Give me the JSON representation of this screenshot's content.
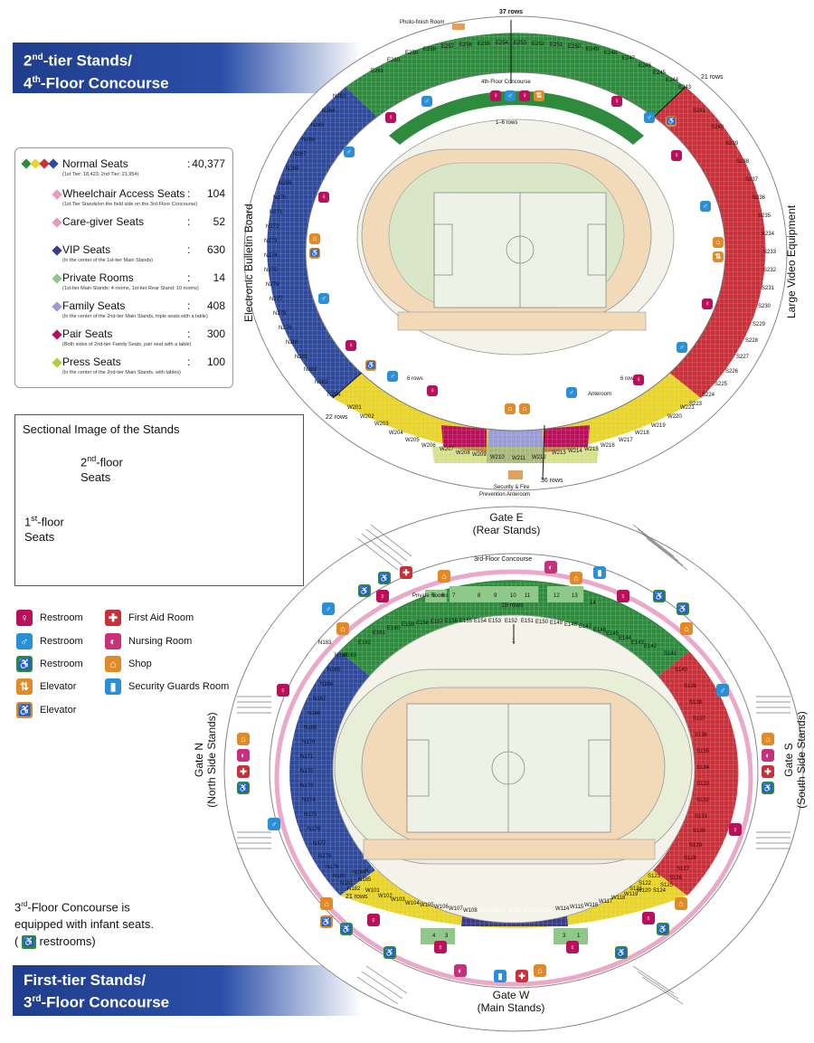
{
  "banners": {
    "upper_l1a": "2",
    "upper_l1sup": "nd",
    "upper_l1b": "-tier Stands/",
    "upper_l2a": "4",
    "upper_l2sup": "th",
    "upper_l2b": "-Floor Concourse",
    "lower_l1": "First-tier Stands/",
    "lower_l2a": "3",
    "lower_l2sup": "rd",
    "lower_l2b": "-Floor Concourse"
  },
  "legend": [
    {
      "label": "Normal Seats",
      "value": "40,377",
      "note": "(1st Tier: 18,423; 2nd Tier: 21,954)"
    },
    {
      "label": "Wheelchair Access Seats",
      "value": "104",
      "note": "(1st Tier Stands/on the field side on the 3rd-Floor Concourse)"
    },
    {
      "label": "Care-giver Seats",
      "value": "52",
      "note": ""
    },
    {
      "label": "VIP Seats",
      "value": "630",
      "note": "(In the center of the 1st-tier Main Stands)"
    },
    {
      "label": "Private Rooms",
      "value": "14",
      "note": "(1st-tier Main Stands: 4 rooms, 1st-tier Rear Stand: 10 rooms)"
    },
    {
      "label": "Family Seats",
      "value": "408",
      "note": "(In the center of the 2nd-tier Main Stands, triple seats with a table)"
    },
    {
      "label": "Pair Seats",
      "value": "300",
      "note": "(Both sides of 2nd-tier Family Seats, pair seat with a table)"
    },
    {
      "label": "Press Seats",
      "value": "100",
      "note": "(In the center of the 2nd-tier Main Stands, with tables)"
    }
  ],
  "colors": {
    "green": "#2e8b3e",
    "blue": "#2f4a9a",
    "red": "#c8303a",
    "yellow": "#e8d42a",
    "pink": "#e79ac0",
    "navy": "#3a3a8a",
    "lightgreen": "#8ec98a",
    "lavender": "#9b9bd6",
    "magenta": "#b8105a",
    "olive": "#b7cc3c",
    "field": "#f2f2e6",
    "track": "#f2d9b8"
  },
  "sectional": {
    "title": "Sectional Image of the Stands",
    "second_a": "2",
    "second_sup": "nd",
    "second_b": "-floor",
    "second_c": "Seats",
    "first_a": "1",
    "first_sup": "st",
    "first_b": "-floor",
    "first_c": "Seats"
  },
  "icon_legend": {
    "restroom1": "Restroom",
    "restroom2": "Restroom",
    "restroom3": "Restroom",
    "elevator1": "Elevator",
    "elevator2": "Elevator",
    "firstaid": "First Aid Room",
    "nursing": "Nursing Room",
    "shop": "Shop",
    "security": "Security Guards Room"
  },
  "note": {
    "line1a": "3",
    "line1sup": "rd",
    "line1b": "-Floor Concourse is",
    "line2": "equipped with infant seats.",
    "line3a": "(",
    "line3b": "restrooms)"
  },
  "labels": {
    "electronic_board": "Electronic Bulletin Board",
    "large_video": "Large Video Equipment",
    "photo_finish": "Photo-finish Room",
    "rows_37": "37 rows",
    "rows_21": "21 rows",
    "rows_22": "22 rows",
    "rows_36": "36 rows",
    "rows_1_6": "1–6 rows",
    "rows_19": "19 rows",
    "rows_21b": "21 rows",
    "concourse4": "4th-Floor Concourse",
    "concourse3": "3rd-Floor Concourse",
    "security_fire": "Security & Fire",
    "prevention": "Prevention Anteroom",
    "anteroom": "Anteroom",
    "rows_6a": "6 rows",
    "rows_6b": "6 rows"
  },
  "gates": {
    "e1": "Gate E",
    "e2": "(Rear Stands)",
    "w1": "Gate W",
    "w2": "(Main Stands)",
    "n1": "Gate N",
    "n2": "(North Side Stands)",
    "s1": "Gate S",
    "s2": "(South Side Stands)"
  },
  "upper_sections": {
    "east": [
      "E261",
      "E260",
      "E259",
      "E258",
      "E257",
      "E256",
      "E255",
      "E254",
      "E253",
      "E252",
      "E251",
      "E250",
      "E249",
      "E248",
      "E247",
      "E246",
      "E245",
      "E244",
      "E243"
    ],
    "south": [
      "S241",
      "S240",
      "S239",
      "S238",
      "S237",
      "S236",
      "S235",
      "S234",
      "S233",
      "S232",
      "S231",
      "S230",
      "S229",
      "S228",
      "S227",
      "S226",
      "S225",
      "S224",
      "S223"
    ],
    "north": [
      "N263",
      "N264",
      "N265",
      "N266",
      "N267",
      "N268",
      "N269",
      "N270",
      "N271",
      "N272",
      "N273",
      "N274",
      "N275",
      "N276",
      "N277",
      "N278",
      "N279",
      "N280",
      "N281",
      "N282",
      "N283",
      "N284"
    ],
    "west": [
      "W201",
      "W202",
      "W203",
      "W204",
      "W205",
      "W206",
      "W207",
      "W208",
      "W209",
      "W210",
      "W211",
      "W212",
      "W213",
      "W214",
      "W215",
      "W216",
      "W217",
      "W218",
      "W219",
      "W220",
      "W221"
    ]
  },
  "lower_sections": {
    "east": [
      "E163",
      "E162",
      "E161",
      "E160",
      "E159",
      "E158",
      "E157",
      "E156",
      "E155",
      "E154",
      "E153",
      "E152",
      "E151",
      "E150",
      "E149",
      "E148",
      "E147",
      "E146",
      "E145",
      "E144",
      "E143",
      "E142"
    ],
    "south": [
      "S141",
      "S140",
      "S139",
      "S138",
      "S137",
      "S136",
      "S135",
      "S134",
      "S133",
      "S132",
      "S131",
      "S130",
      "S129",
      "S128",
      "S127",
      "S126",
      "S125",
      "S124",
      "S123",
      "S122",
      "S121"
    ],
    "north": [
      "N164",
      "N165",
      "N166",
      "N167",
      "N168",
      "N169",
      "N170",
      "N171",
      "N172",
      "N173",
      "N174",
      "N175",
      "N176",
      "N177",
      "N178",
      "N179",
      "N180",
      "N181",
      "N182",
      "N183",
      "N184",
      "N185"
    ],
    "west": [
      "W101",
      "W102",
      "W103",
      "W104",
      "W105",
      "W106",
      "W107",
      "W108",
      "W109",
      "W110",
      "W111",
      "W112",
      "W113",
      "W114",
      "W115",
      "W116",
      "W117",
      "W118",
      "W119",
      "W120"
    ]
  },
  "lower_marks": {
    "private_rooms": "Private Rooms",
    "room_5": "5",
    "room_6": "6",
    "room_7": "7",
    "room_8": "8",
    "room_9": "9",
    "room_10": "10",
    "room_11": "11",
    "room_12": "12",
    "room_13": "13",
    "room_14": "14",
    "room_1": "1",
    "room_2": "2",
    "room_3": "3",
    "room_4": "4",
    "num_1": "1",
    "num_6": "6",
    "num_7": "7",
    "num_21": "21"
  }
}
